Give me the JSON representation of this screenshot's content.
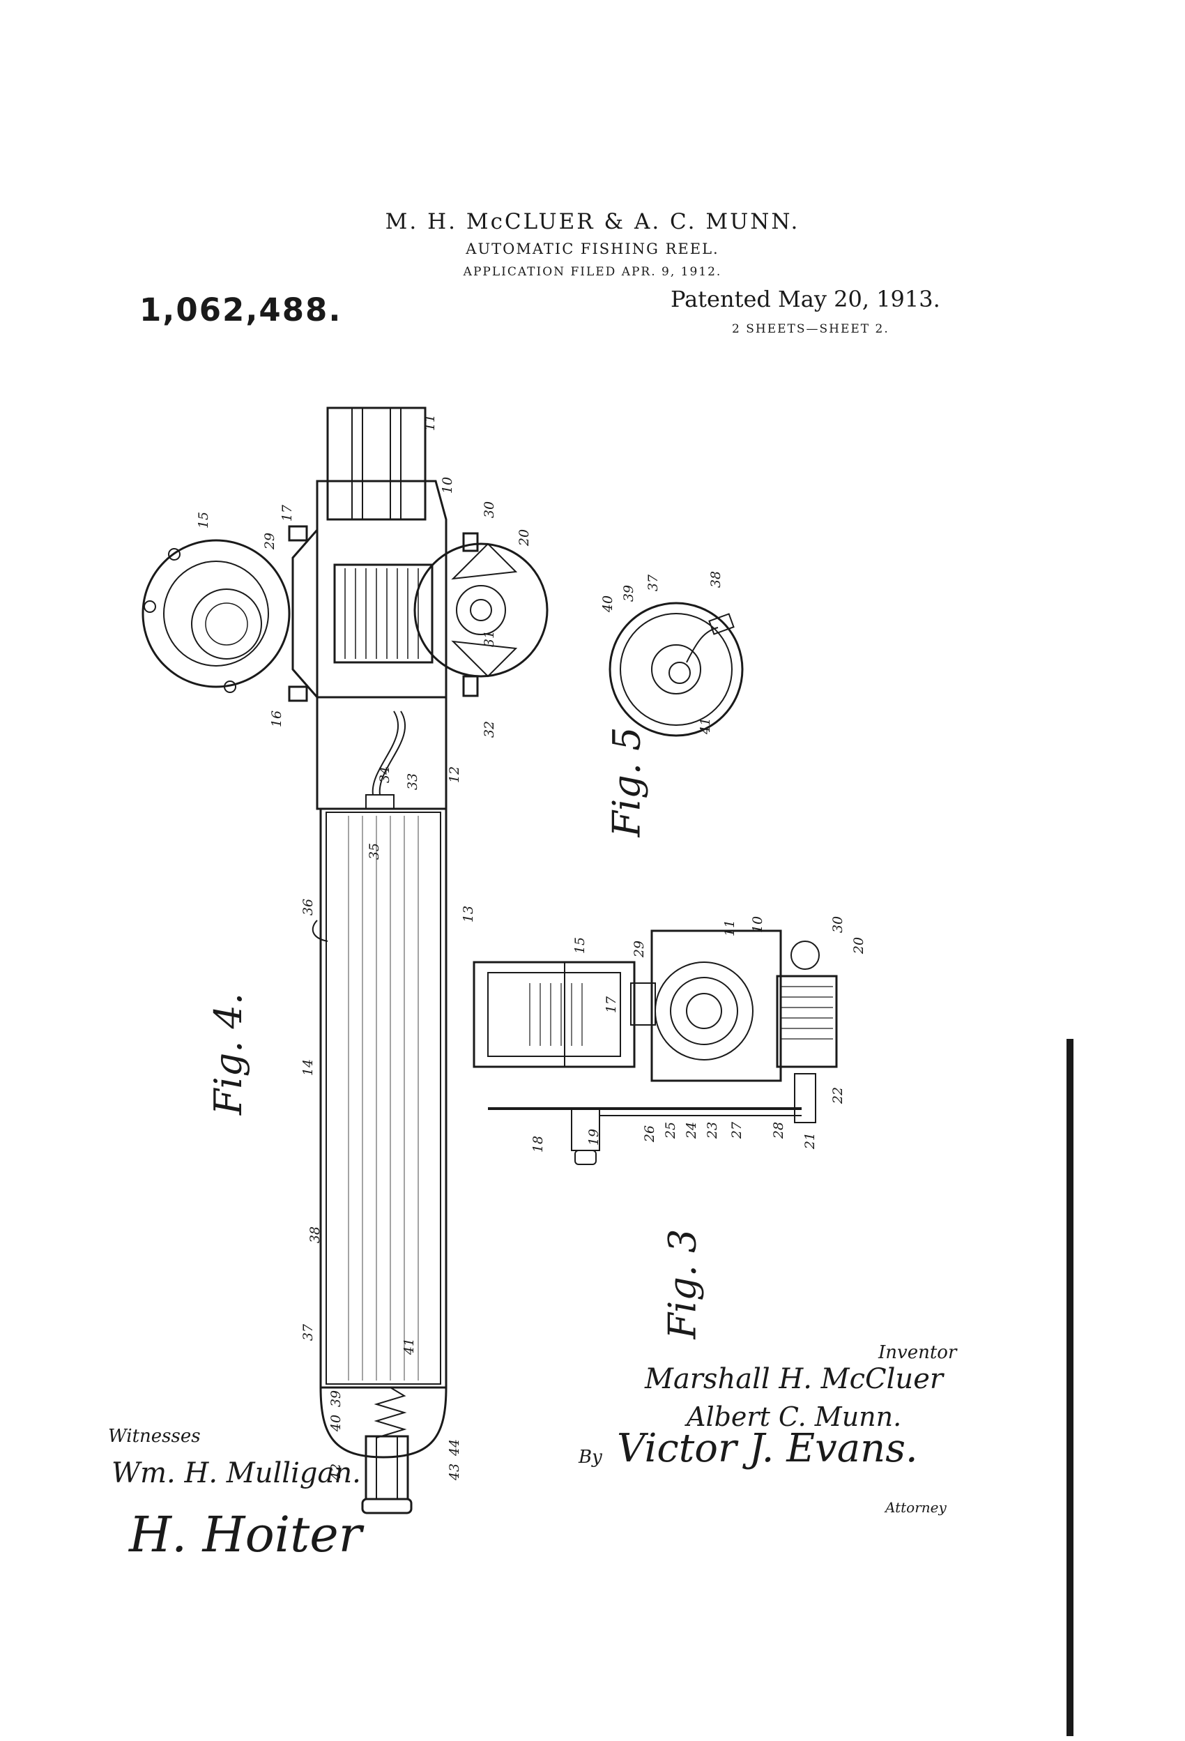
{
  "header": {
    "inventors": "M. H. McCLUER & A. C. MUNN.",
    "title": "AUTOMATIC FISHING REEL.",
    "application": "APPLICATION FILED APR. 9, 1912.",
    "patent_number": "1,062,488.",
    "patented": "Patented May 20, 1913.",
    "sheets": "2 SHEETS—SHEET 2."
  },
  "figures": {
    "fig4": "Fig. 4.",
    "fig5": "Fig. 5",
    "fig3": "Fig. 3"
  },
  "fig4_labels": [
    "11",
    "10",
    "30",
    "20",
    "17",
    "29",
    "15",
    "16",
    "31",
    "32",
    "34",
    "33",
    "12",
    "35",
    "36",
    "13",
    "14",
    "38",
    "37",
    "41",
    "39",
    "40",
    "42",
    "43",
    "44"
  ],
  "fig5_labels": [
    "40",
    "39",
    "37",
    "38",
    "41"
  ],
  "fig3_labels": [
    "15",
    "29",
    "11",
    "10",
    "30",
    "20",
    "17",
    "18",
    "19",
    "26",
    "25",
    "24",
    "23",
    "27",
    "28",
    "21",
    "22"
  ],
  "signatures": {
    "inventor_heading": "Inventor",
    "inventor1": "Marshall H. McCluer",
    "inventor2": "Albert C. Munn.",
    "by": "By",
    "attorney_name": "Victor J. Evans.",
    "attorney_label": "Attorney",
    "witnesses_heading": "Witnesses",
    "witness1": "Wm. H. Mulligan.",
    "witness2": "H. Hoiter"
  }
}
